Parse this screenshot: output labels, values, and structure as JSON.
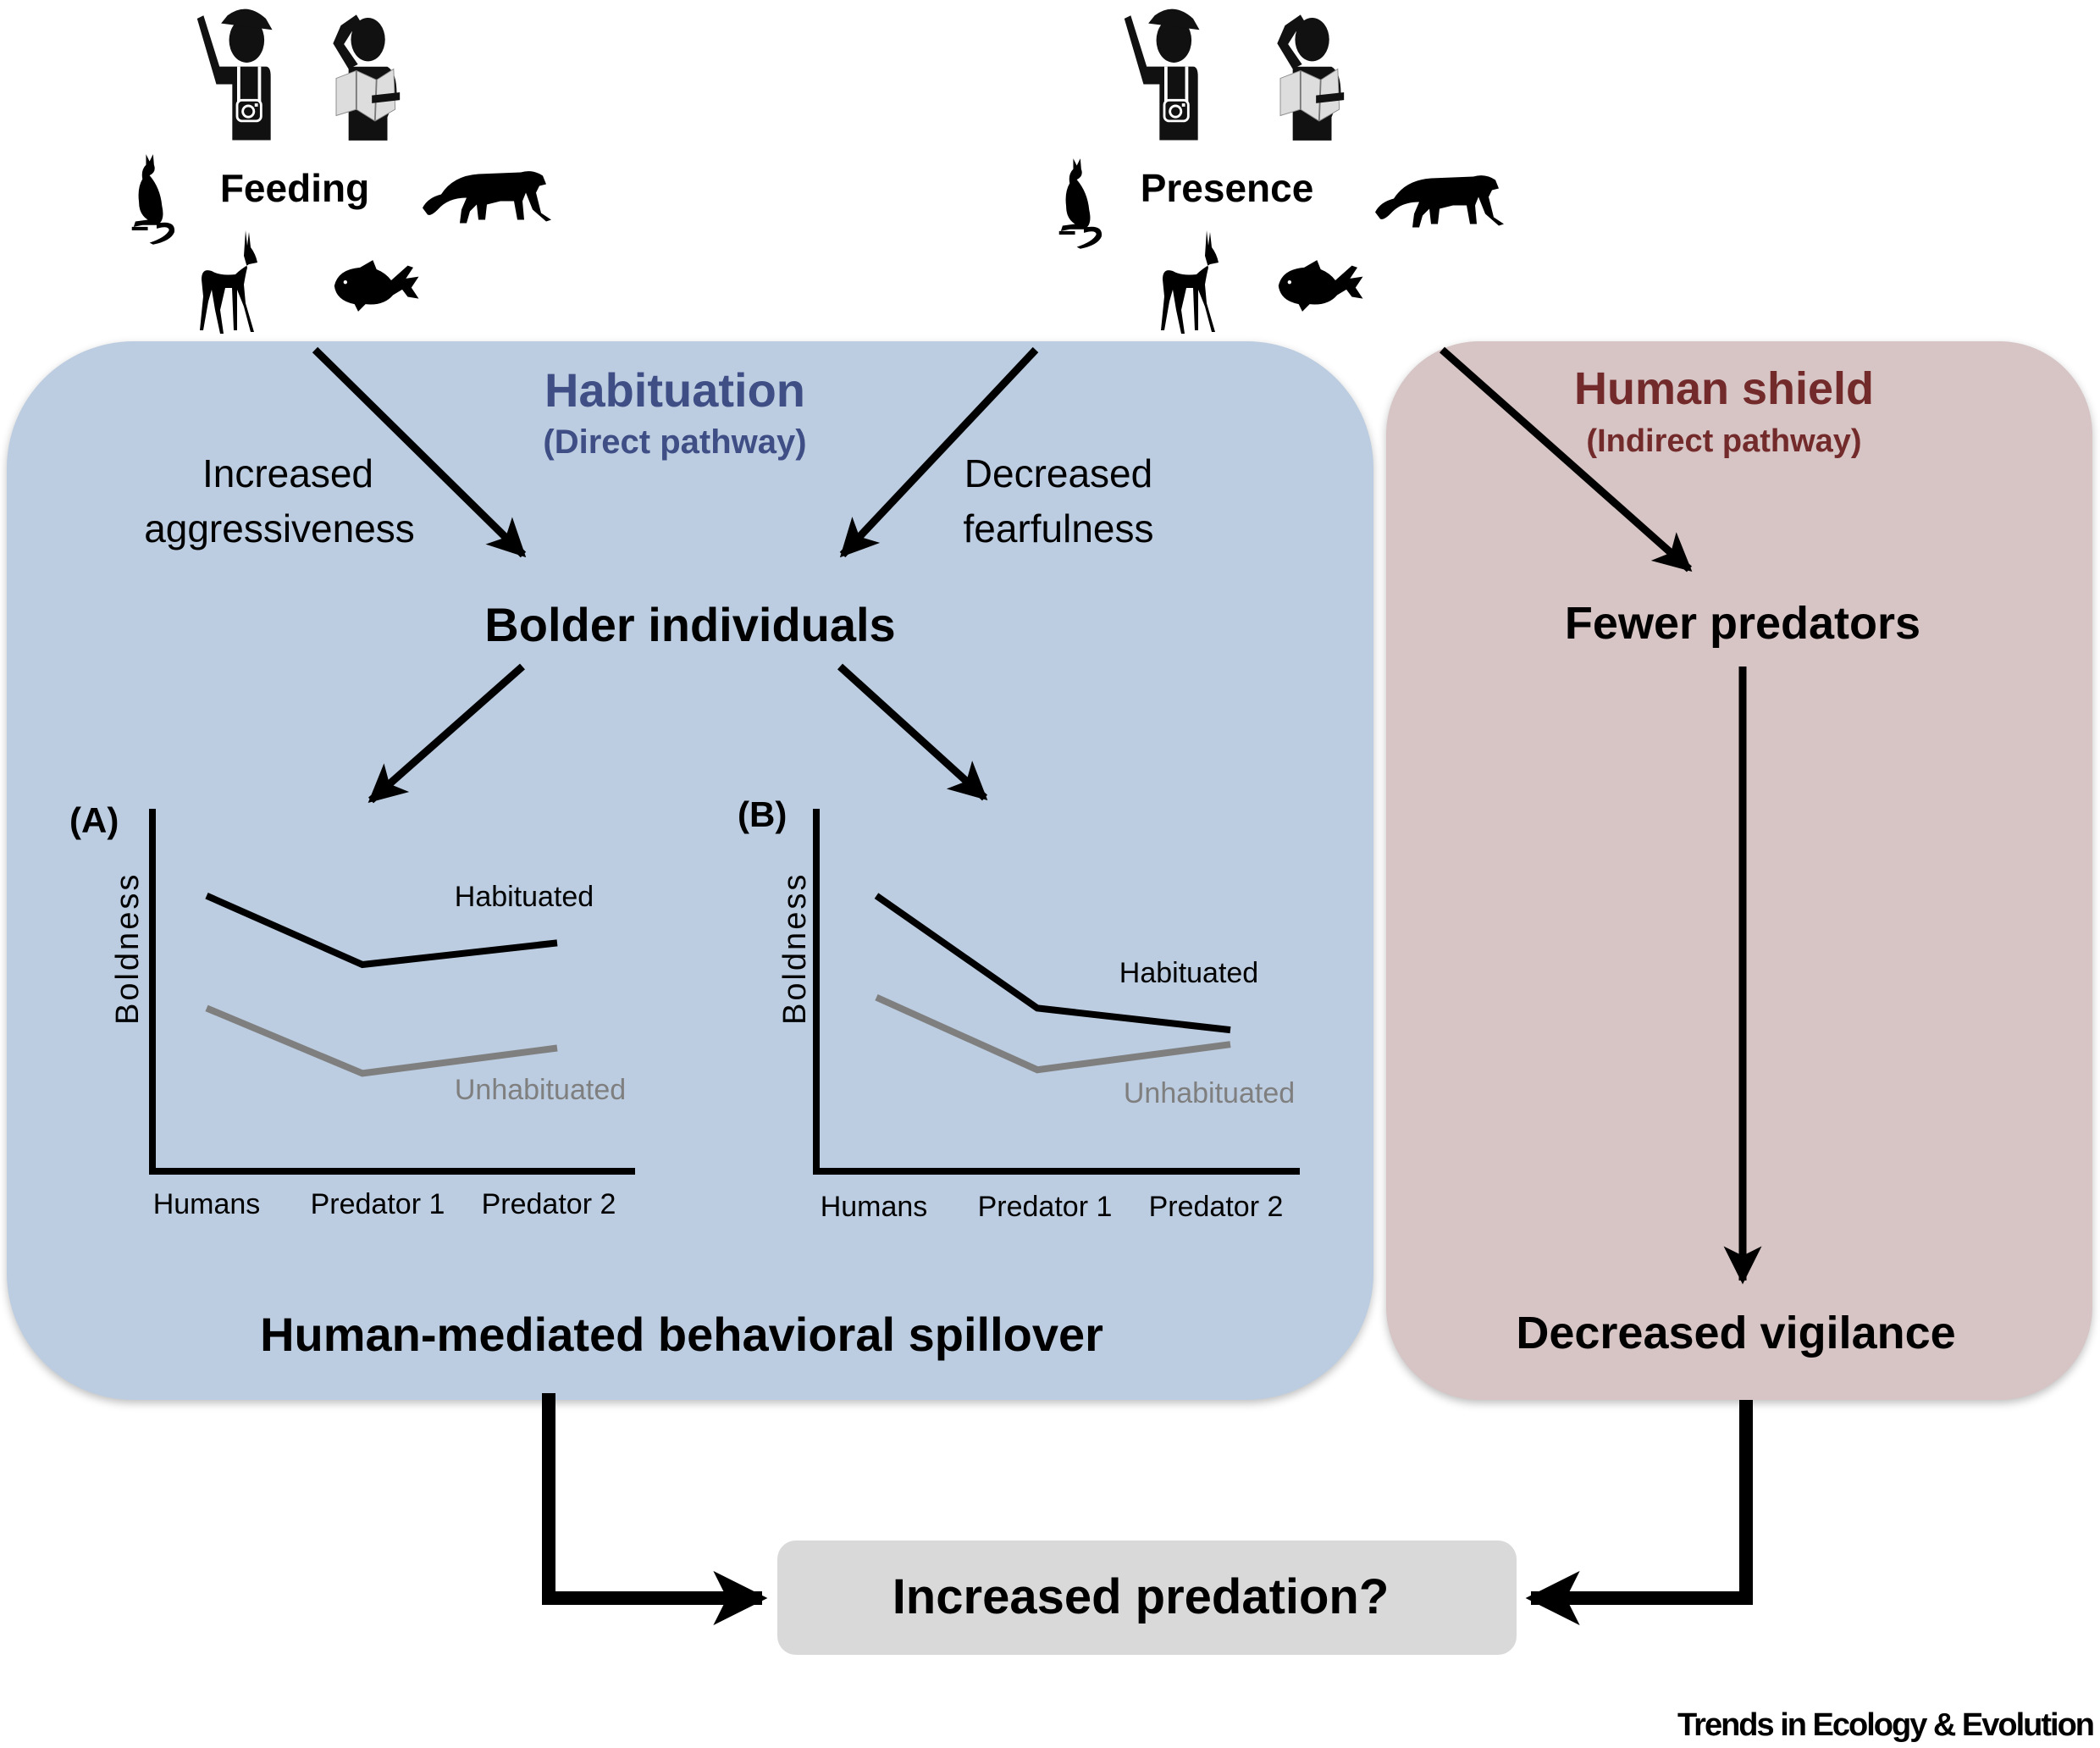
{
  "sources": {
    "left": {
      "label": "Feeding"
    },
    "right": {
      "label": "Presence"
    },
    "icons": [
      "tourist-with-camera-icon",
      "tourist-with-map-icon",
      "kangaroo-icon",
      "cheetah-icon",
      "antelope-icon",
      "fish-icon"
    ]
  },
  "habituation": {
    "title": "Habituation",
    "subtitle": "(Direct pathway)",
    "left_effect": [
      "Increased",
      "aggressiveness"
    ],
    "right_effect": [
      "Decreased",
      "fearfulness"
    ],
    "center": "Bolder individuals",
    "footer": "Human-mediated behavioral spillover",
    "title_color": "#3f4f86"
  },
  "human_shield": {
    "title": "Human shield",
    "subtitle": "(Indirect pathway)",
    "top": "Fewer predators",
    "bottom": "Decreased vigilance",
    "title_color": "#722a2a"
  },
  "outcome": {
    "label": "Increased predation?"
  },
  "credit": "Trends in Ecology & Evolution",
  "colors": {
    "habituation_box": "#bccde1",
    "human_shield_box": "#d7c4c5",
    "outcome_box": "#d9d9d9",
    "habituated_line": "#000000",
    "unhabituated_line": "#7f7f7f"
  },
  "chart_data": [
    {
      "type": "line",
      "panel": "(A)",
      "title": "",
      "xlabel": "",
      "ylabel": "Boldness",
      "categories": [
        "Humans",
        "Predator 1",
        "Predator 2"
      ],
      "ylim": [
        0,
        10
      ],
      "grid": false,
      "series": [
        {
          "name": "Habituated",
          "values": [
            7.6,
            5.7,
            6.3
          ]
        },
        {
          "name": "Unhabituated",
          "values": [
            4.5,
            2.7,
            3.4
          ]
        }
      ]
    },
    {
      "type": "line",
      "panel": "(B)",
      "title": "",
      "xlabel": "",
      "ylabel": "Boldness",
      "categories": [
        "Humans",
        "Predator 1",
        "Predator 2"
      ],
      "ylim": [
        0,
        10
      ],
      "grid": false,
      "series": [
        {
          "name": "Habituated",
          "values": [
            7.6,
            4.5,
            3.9
          ]
        },
        {
          "name": "Unhabituated",
          "values": [
            4.8,
            2.8,
            3.5
          ]
        }
      ]
    }
  ]
}
